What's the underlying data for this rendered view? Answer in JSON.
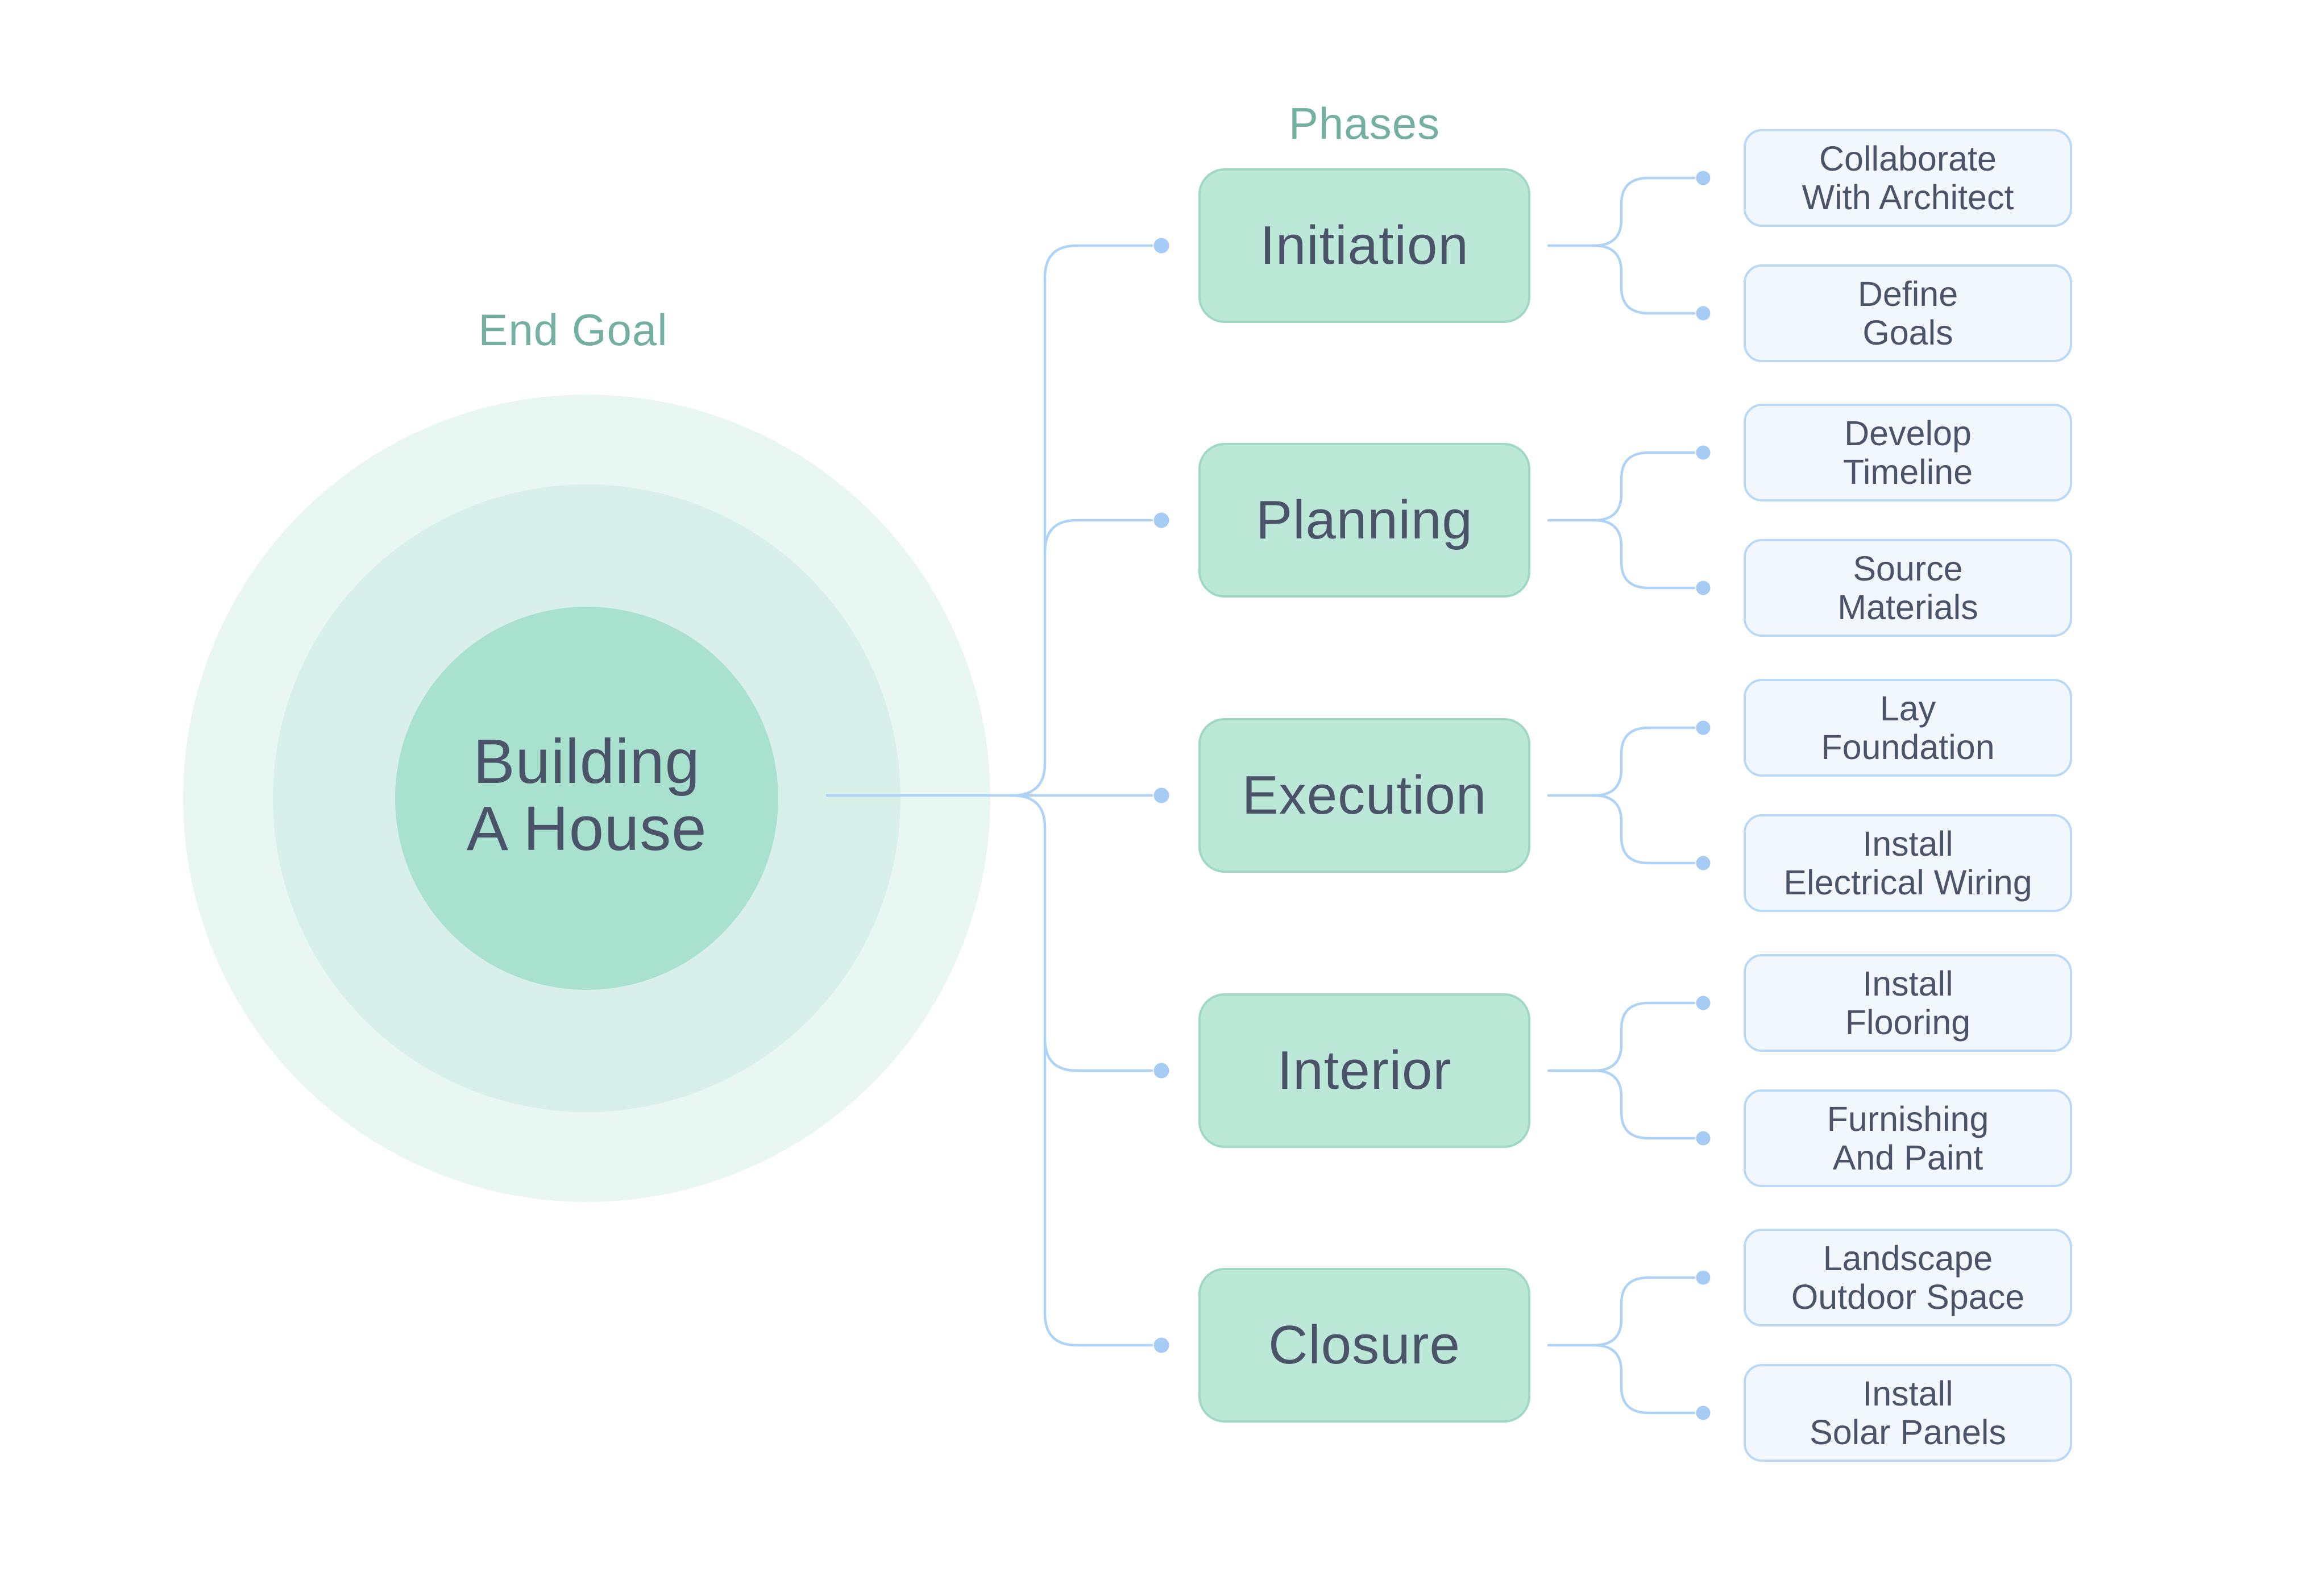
{
  "center": {
    "heading": "End Goal",
    "label": "Building\nA House"
  },
  "phases_heading": "Phases",
  "phases": [
    {
      "label": "Initiation",
      "children": [
        "Collaborate\nWith Architect",
        "Define\nGoals"
      ]
    },
    {
      "label": "Planning",
      "children": [
        "Develop\nTimeline",
        "Source\nMaterials"
      ]
    },
    {
      "label": "Execution",
      "children": [
        "Lay\nFoundation",
        "Install\nElectrical Wiring"
      ]
    },
    {
      "label": "Interior",
      "children": [
        "Install\nFlooring",
        "Furnishing\nAnd Paint"
      ]
    },
    {
      "label": "Closure",
      "children": [
        "Landscape\nOutdoor Space",
        "Install\nSolar Panels"
      ]
    }
  ],
  "theme": {
    "background": "#ffffff",
    "teal-heading": "#74b0a2",
    "slate": "#4b5369",
    "phase-fill": "#bce8d8",
    "phase-border": "#9fd8c3",
    "leaf-fill": "#f1f7fd",
    "leaf-border": "#b9d9f6",
    "connector": "#afd3f7",
    "dot": "#a6cbf5",
    "ring-outer": "#e9f7f2",
    "ring-middle": "#d8f0e9",
    "ring-inner": "#a9e1cf"
  }
}
